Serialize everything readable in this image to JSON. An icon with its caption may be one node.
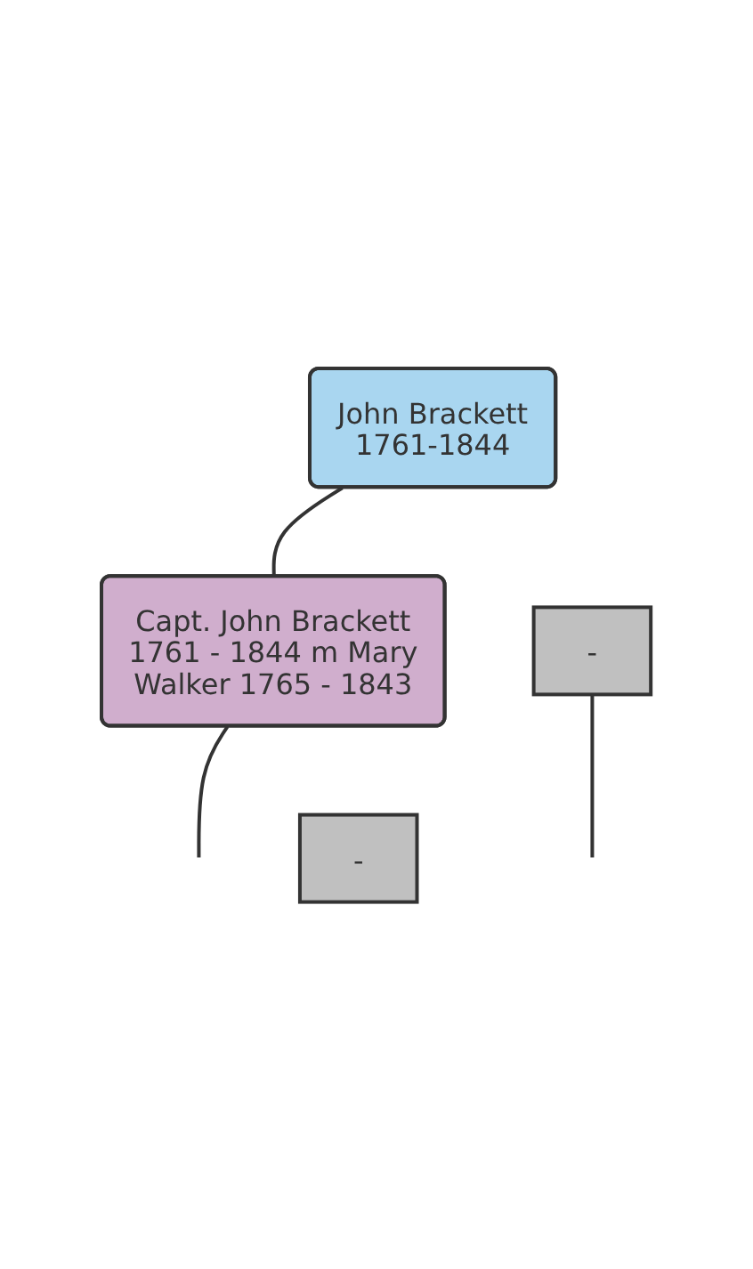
{
  "diagram": {
    "nodes": [
      {
        "text": [
          "John Brackett 1761-1844"
        ]
      },
      {
        "text": [
          "-"
        ]
      },
      {
        "text": [
          "Capt. John Brackett 1761 - 1844 m Mary Walker 1765 - 1843"
        ]
      },
      {
        "text": [
          "-"
        ]
      }
    ],
    "edges": [
      {
        "from": 0,
        "to": 2,
        "arrow": "none"
      },
      {
        "from": 1,
        "to": null,
        "arrow": "none"
      },
      {
        "from": 2,
        "to": null,
        "arrow": "none"
      }
    ]
  }
}
